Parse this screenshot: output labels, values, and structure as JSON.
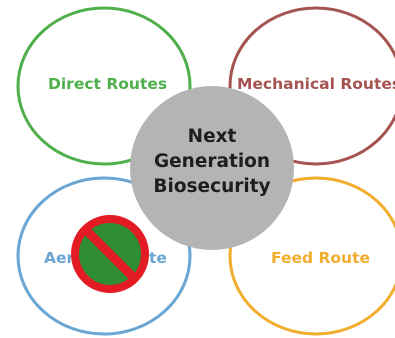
{
  "center": {
    "lines": [
      "Next",
      "Generation",
      "Biosecurity"
    ],
    "fill": "#b4b4b4"
  },
  "circles": {
    "direct": {
      "label": "Direct Routes",
      "color": "#4faf4a"
    },
    "mechanical": {
      "label": "Mechanical Routes",
      "color": "#a45351"
    },
    "aerosol": {
      "label": "Aerosol Route",
      "color": "#6aa6d4"
    },
    "feed": {
      "label": "Feed Route",
      "color": "#f2ac2e"
    }
  },
  "prohibition_icon": {
    "name": "no-symbol-icon",
    "ring_color": "#e31b22",
    "fill_color": "#2f8d33"
  }
}
